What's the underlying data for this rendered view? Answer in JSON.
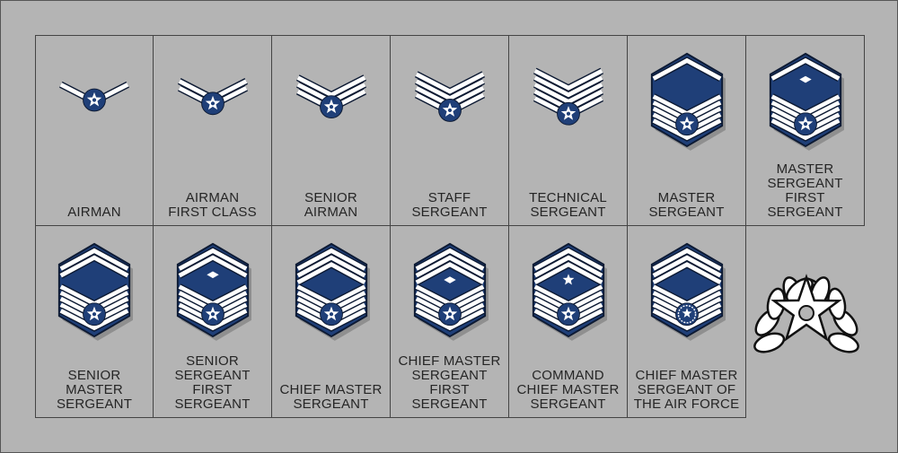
{
  "colors": {
    "navy": "#1f3f78",
    "outline": "#0d1a33",
    "white": "#ffffff",
    "background": "#b4b4b4"
  },
  "ranks": [
    {
      "label": [
        "AIRMAN"
      ],
      "style": "chevron",
      "lower": 1,
      "upper": 0,
      "emblem": "star"
    },
    {
      "label": [
        "AIRMAN",
        "FIRST CLASS"
      ],
      "style": "chevron",
      "lower": 2,
      "upper": 0,
      "emblem": "star"
    },
    {
      "label": [
        "SENIOR",
        "AIRMAN"
      ],
      "style": "chevron",
      "lower": 3,
      "upper": 0,
      "emblem": "star"
    },
    {
      "label": [
        "STAFF",
        "SERGEANT"
      ],
      "style": "chevron",
      "lower": 4,
      "upper": 0,
      "emblem": "star"
    },
    {
      "label": [
        "TECHNICAL",
        "SERGEANT"
      ],
      "style": "chevron",
      "lower": 5,
      "upper": 0,
      "emblem": "star"
    },
    {
      "label": [
        "MASTER",
        "SERGEANT"
      ],
      "style": "shield",
      "lower": 5,
      "upper": 1,
      "emblem": "star"
    },
    {
      "label": [
        "MASTER",
        "SERGEANT",
        "FIRST",
        "SERGEANT"
      ],
      "style": "shield",
      "lower": 5,
      "upper": 1,
      "emblem": "star",
      "top_emblem": "diamond"
    },
    {
      "label": [
        "SENIOR",
        "MASTER",
        "SERGEANT"
      ],
      "style": "shield",
      "lower": 5,
      "upper": 2,
      "emblem": "star"
    },
    {
      "label": [
        "SENIOR",
        "SERGEANT",
        "FIRST",
        "SERGEANT"
      ],
      "style": "shield",
      "lower": 5,
      "upper": 2,
      "emblem": "star",
      "top_emblem": "diamond"
    },
    {
      "label": [
        "CHIEF MASTER",
        "SERGEANT"
      ],
      "style": "shield",
      "lower": 5,
      "upper": 3,
      "emblem": "star"
    },
    {
      "label": [
        "CHIEF MASTER",
        "SERGEANT",
        "FIRST",
        "SERGEANT"
      ],
      "style": "shield",
      "lower": 5,
      "upper": 3,
      "emblem": "star",
      "top_emblem": "diamond"
    },
    {
      "label": [
        "COMMAND",
        "CHIEF MASTER",
        "SERGEANT"
      ],
      "style": "shield",
      "lower": 5,
      "upper": 3,
      "emblem": "star",
      "top_emblem": "star"
    },
    {
      "label": [
        "CHIEF MASTER",
        "SERGEANT OF",
        "THE AIR FORCE"
      ],
      "style": "shield",
      "lower": 5,
      "upper": 3,
      "emblem": "wreath-seal"
    }
  ],
  "extra_emblem": "star-wreath-icon"
}
